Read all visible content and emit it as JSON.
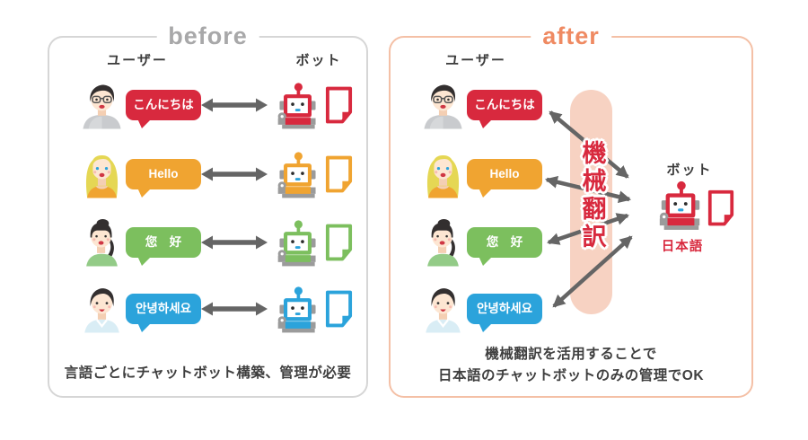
{
  "languages": [
    {
      "name": "japanese",
      "greeting": "こんにちは",
      "color": "#d8293e"
    },
    {
      "name": "english",
      "greeting": "Hello",
      "color": "#f0a431"
    },
    {
      "name": "chinese",
      "greeting": "您　好",
      "color": "#7cbf5e"
    },
    {
      "name": "korean",
      "greeting": "안녕하세요",
      "color": "#2ba3db"
    }
  ],
  "before_panel": {
    "title": "before",
    "title_color": "#a8a8a9",
    "border_color": "#d6d6d6",
    "users_header": "ユーザー",
    "bots_header": "ボット",
    "caption": "言語ごとにチャットボット構築、管理が必要"
  },
  "after_panel": {
    "title": "after",
    "title_color": "#ef8a62",
    "border_color": "#f4c0a6",
    "users_header": "ユーザー",
    "bot_header": "ボット",
    "machine_translation_label": "機械翻訳",
    "machine_translation_text_color": "#d8293e",
    "pill_color": "#f7d2c2",
    "bot_color": "#d8293e",
    "bot_language_label": "日本語",
    "bot_language_color": "#d8293e",
    "caption_line1": "機械翻訳を活用することで",
    "caption_line2": "日本語のチャットボットのみの管理でOK"
  },
  "ui": {
    "arrow_color": "#656565",
    "caption_color": "#3f3f3f",
    "header_color": "#3b3b3b"
  }
}
